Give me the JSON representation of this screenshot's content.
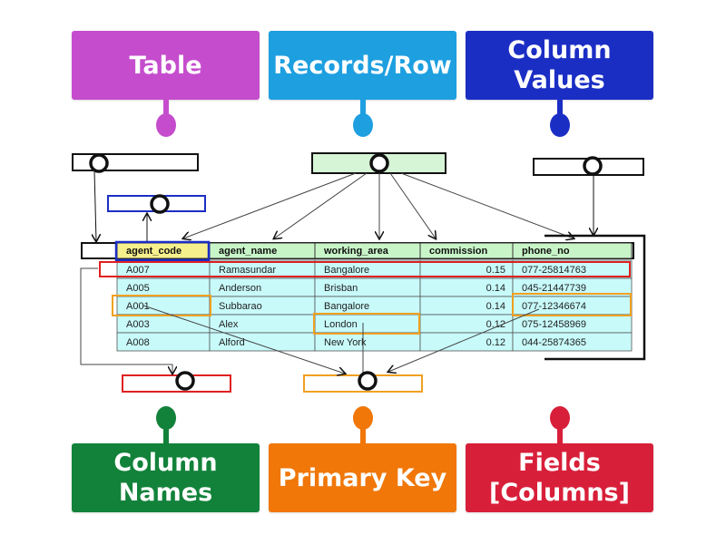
{
  "labels": [
    {
      "id": "table",
      "text": "Table",
      "color": "#c54dcd"
    },
    {
      "id": "records-row",
      "text": "Records/Row",
      "color": "#1d9fe0"
    },
    {
      "id": "column-values",
      "text": "Column Values",
      "color": "#1b2ec4"
    },
    {
      "id": "column-names",
      "text": "Column Names",
      "color": "#12823a"
    },
    {
      "id": "primary-key",
      "text": "Primary Key",
      "color": "#f07708"
    },
    {
      "id": "fields-columns",
      "text": "Fields [Columns]",
      "color": "#d81f3a"
    }
  ],
  "table": {
    "headers": [
      "agent_code",
      "agent_name",
      "working_area",
      "commission",
      "phone_no"
    ],
    "rows": [
      [
        "A007",
        "Ramasundar",
        "Bangalore",
        "0.15",
        "077-25814763"
      ],
      [
        "A005",
        "Anderson",
        "Brisban",
        "0.14",
        "045-21447739"
      ],
      [
        "A001",
        "Subbarao",
        "Bangalore",
        "0.14",
        "077-12346674"
      ],
      [
        "A003",
        "Alex",
        "London",
        "0.12",
        "075-12458969"
      ],
      [
        "A008",
        "Alford",
        "New York",
        "0.12",
        "044-25874365"
      ]
    ]
  },
  "colors": {
    "header_bg": "#c8f5c8",
    "row_bg": "#c8fafa",
    "highlight_blue": "#1b2ec4",
    "highlight_red": "#e02020",
    "highlight_orange": "#f0a020"
  }
}
